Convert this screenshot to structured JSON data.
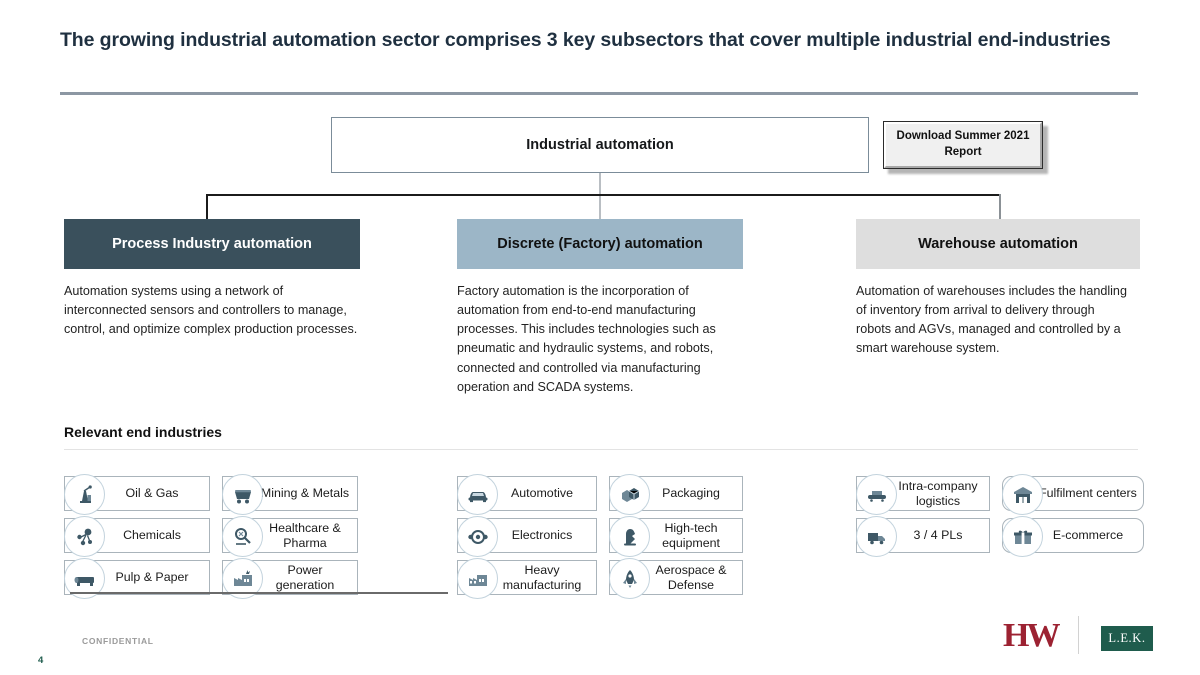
{
  "slide": {
    "title": "The growing industrial automation sector comprises 3 key subsectors that cover multiple industrial end-industries",
    "page_number": "4",
    "confidential": "CONFIDENTIAL"
  },
  "top": {
    "box_label": "Industrial automation",
    "download_button": "Download Summer 2021 Report"
  },
  "columns": [
    {
      "header": "Process Industry automation",
      "header_bg": "#3a505c",
      "header_color": "#ffffff",
      "body": "Automation systems using a network of interconnected sensors and controllers to manage, control, and optimize complex production processes."
    },
    {
      "header": "Discrete (Factory) automation",
      "header_bg": "#9cb6c7",
      "header_color": "#111111",
      "body": "Factory automation is the incorporation of automation from end-to-end manufacturing processes. This includes technologies such as pneumatic and hydraulic systems, and robots, connected and controlled via manufacturing operation and SCADA systems."
    },
    {
      "header": "Warehouse automation",
      "header_bg": "#dedede",
      "header_color": "#111111",
      "body": "Automation of warehouses includes the handling of inventory from arrival to delivery through robots and AGVs, managed and controlled by a smart warehouse system."
    }
  ],
  "section": {
    "title": "Relevant end industries"
  },
  "chips": {
    "process": {
      "left": [
        {
          "label": "Oil & Gas",
          "icon": "oil-rig-icon"
        },
        {
          "label": "Chemicals",
          "icon": "molecule-icon"
        },
        {
          "label": "Pulp & Paper",
          "icon": "paper-roll-icon"
        }
      ],
      "right": [
        {
          "label": "Mining & Metals",
          "icon": "mining-truck-icon"
        },
        {
          "label": "Healthcare & Pharma",
          "icon": "microscope-icon"
        },
        {
          "label": "Power generation",
          "icon": "power-plant-icon"
        }
      ]
    },
    "discrete": {
      "left": [
        {
          "label": "Automotive",
          "icon": "car-icon"
        },
        {
          "label": "Electronics",
          "icon": "circuit-chip-icon"
        },
        {
          "label": "Heavy manufacturing",
          "icon": "factory-icon"
        }
      ],
      "right": [
        {
          "label": "Packaging",
          "icon": "boxes-icon"
        },
        {
          "label": "High-tech equipment",
          "icon": "device-icon"
        },
        {
          "label": "Aerospace & Defense",
          "icon": "rocket-icon"
        }
      ]
    },
    "warehouse": {
      "left": [
        {
          "label": "Intra-company logistics",
          "icon": "conveyor-icon"
        },
        {
          "label": "3 / 4 PLs",
          "icon": "delivery-truck-icon"
        }
      ],
      "right": [
        {
          "label": "Fulfilment centers",
          "icon": "warehouse-icon"
        },
        {
          "label": "E-commerce",
          "icon": "gift-box-icon"
        }
      ]
    }
  },
  "footer": {
    "logo_primary": "HW",
    "logo_secondary": "L.E.K."
  }
}
